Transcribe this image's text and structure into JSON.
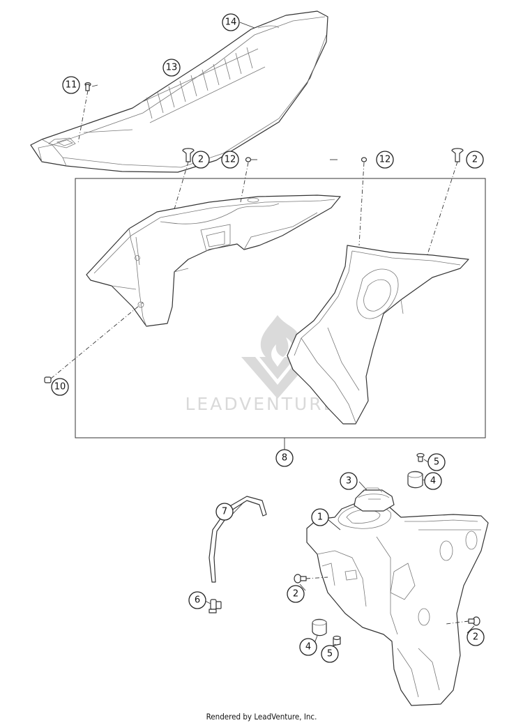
{
  "caption": "Rendered by LeadVenture, Inc.",
  "watermark": {
    "text": "LEADVENTURE",
    "color": "#d9d9d9"
  },
  "callouts": [
    {
      "id": "c14",
      "label": "14",
      "item": "seat-top-cover-part"
    },
    {
      "id": "c13",
      "label": "13",
      "item": "seat"
    },
    {
      "id": "c11",
      "label": "11",
      "item": "seat-screw"
    },
    {
      "id": "c12a",
      "label": "12",
      "item": "screw"
    },
    {
      "id": "c2a",
      "label": "2",
      "item": "clip"
    },
    {
      "id": "c12b",
      "label": "12",
      "item": "screw"
    },
    {
      "id": "c2b",
      "label": "2",
      "item": "clip"
    },
    {
      "id": "c10",
      "label": "10",
      "item": "screw"
    },
    {
      "id": "c8",
      "label": "8",
      "item": "spoiler-set"
    },
    {
      "id": "c5a",
      "label": "5",
      "item": "screw"
    },
    {
      "id": "c4a",
      "label": "4",
      "item": "rubber-bushing"
    },
    {
      "id": "c3",
      "label": "3",
      "item": "fuel-cap"
    },
    {
      "id": "c7",
      "label": "7",
      "item": "breather-hose"
    },
    {
      "id": "c1",
      "label": "1",
      "item": "fuel-tank"
    },
    {
      "id": "c2c",
      "label": "2",
      "item": "clip"
    },
    {
      "id": "c6",
      "label": "6",
      "item": "valve"
    },
    {
      "id": "c2d",
      "label": "2",
      "item": "clip"
    },
    {
      "id": "c4b",
      "label": "4",
      "item": "rubber-bushing"
    },
    {
      "id": "c5b",
      "label": "5",
      "item": "screw"
    }
  ]
}
